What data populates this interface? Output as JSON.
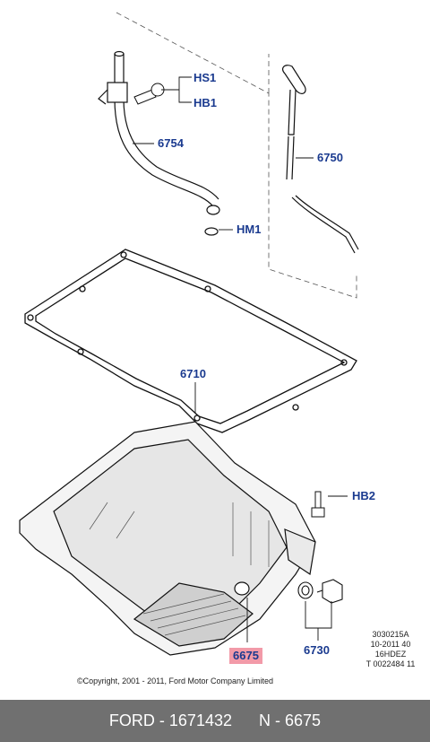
{
  "callouts": {
    "hs1": "HS1",
    "hb1": "HB1",
    "part_6754": "6754",
    "part_6750": "6750",
    "hm1": "HM1",
    "part_6710": "6710",
    "hb2": "HB2",
    "part_6675": "6675",
    "part_6730": "6730"
  },
  "meta": {
    "line1": "3030215A",
    "line2": "10-2011 40",
    "line3": "16HDEZ",
    "line4": "T 0022484 11"
  },
  "copyright": "©Copyright, 2001 - 2011, Ford Motor Company Limited",
  "footer": {
    "brand_part": "FORD - 1671432",
    "ref": "N - 6675"
  },
  "colors": {
    "callout_text": "#1a3a8f",
    "highlight": "#f29aa8",
    "footer_bg": "#707070"
  }
}
